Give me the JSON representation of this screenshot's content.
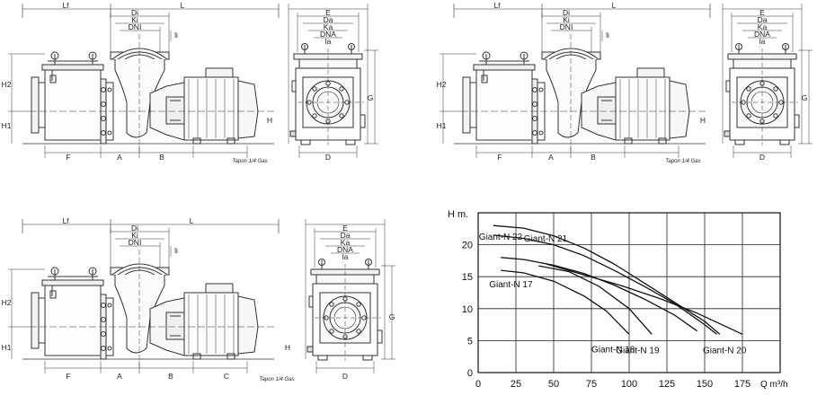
{
  "diagrams": {
    "dimension_labels": {
      "lf": "Lf",
      "l": "L",
      "di": "Di",
      "ki": "Ki",
      "dni": "DNI",
      "li": "li",
      "e": "E",
      "da": "Da",
      "ka": "Ka",
      "dna": "DNA",
      "la": "la",
      "h1": "H1",
      "h2": "H2",
      "h": "H",
      "g": "G",
      "f": "F",
      "a": "A",
      "b": "B",
      "c": "C",
      "d": "D"
    },
    "drain_note": "Tapon 1/4 Gas"
  },
  "chart_data": {
    "type": "line",
    "title": "",
    "ylabel": "H m.",
    "xlabel": "Q m³/h",
    "xlim": [
      0,
      200
    ],
    "ylim": [
      0,
      25
    ],
    "grid": true,
    "x_ticks": [
      0,
      25,
      50,
      75,
      100,
      125,
      150,
      175
    ],
    "x_tick_labels": [
      "0",
      "25",
      "50",
      "75",
      "100",
      "125",
      "150",
      "175"
    ],
    "y_ticks": [
      0,
      5,
      10,
      15,
      20
    ],
    "y_tick_labels": [
      "0",
      "5",
      "10",
      "15",
      "20"
    ],
    "series": [
      {
        "name": "Giant-N 22",
        "x": [
          10,
          30,
          50,
          70,
          90,
          110,
          130,
          150,
          160
        ],
        "y": [
          23,
          22.6,
          21.4,
          19.5,
          17,
          14,
          11,
          8,
          6
        ]
      },
      {
        "name": "Giant-N 21",
        "x": [
          10,
          30,
          50,
          70,
          90,
          110,
          130,
          150,
          158
        ],
        "y": [
          21.5,
          21,
          20,
          18.3,
          16,
          13.5,
          10.8,
          7.5,
          6
        ]
      },
      {
        "name": "Giant-N 17",
        "x": [
          15,
          30,
          50,
          70,
          90,
          110,
          130,
          145
        ],
        "y": [
          18,
          17.7,
          16.8,
          15.5,
          13.7,
          11.5,
          9,
          6.5
        ]
      },
      {
        "name": "Giant-N 18",
        "x": [
          15,
          30,
          50,
          70,
          85,
          100
        ],
        "y": [
          16,
          15.6,
          14.3,
          12,
          9.6,
          6
        ]
      },
      {
        "name": "Giant-N 19",
        "x": [
          40,
          60,
          80,
          100,
          115
        ],
        "y": [
          16.7,
          15.8,
          13.5,
          10,
          6
        ]
      },
      {
        "name": "Giant-N 20",
        "x": [
          45,
          70,
          95,
          120,
          145,
          175
        ],
        "y": [
          17,
          15.3,
          13.6,
          11.6,
          9.3,
          6
        ]
      }
    ],
    "annotations": [
      {
        "series": "Giant-N 22",
        "text": "Giant-N 22"
      },
      {
        "series": "Giant-N 21",
        "text": "Giant-N 21"
      },
      {
        "series": "Giant-N 17",
        "text": "Giant-N 17"
      },
      {
        "series": "Giant-N 18",
        "text": "Giant-N 18"
      },
      {
        "series": "Giant-N 19",
        "text": "Giant-N 19"
      },
      {
        "series": "Giant-N 20",
        "text": "Giant-N 20"
      }
    ]
  }
}
